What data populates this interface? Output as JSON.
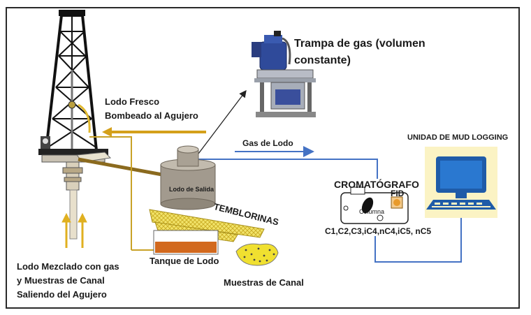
{
  "labels": {
    "trampa_gas": "Trampa de gas (volumen constante)",
    "trampa_gas_l1": "Trampa de gas (volumen",
    "trampa_gas_l2": "constante)",
    "lodo_fresco_l1": "Lodo Fresco",
    "lodo_fresco_l2": "Bombeado al Agujero",
    "gas_de_lodo": "Gas de Lodo",
    "unidad_mud_logging": "UNIDAD DE MUD LOGGING",
    "cromatografo": "CROMATÓGRAFO",
    "fid": "FID",
    "columna": "Columna",
    "componentes": "C1,C2,C3,iC4,nC4,iC5, nC5",
    "lodo_de_salida": "Lodo de Salida",
    "temblorinas": "TEMBLORINAS",
    "tanque_de_lodo": "Tanque de Lodo",
    "muestras_de_canal": "Muestras de Canal",
    "lodo_mezclado_l1": "Lodo Mezclado con gas",
    "lodo_mezclado_l2": "y Muestras de Canal",
    "lodo_mezclado_l3": "Saliendo del Agujero"
  },
  "colors": {
    "frame": "#2a2a2a",
    "flow_line_gold": "#c9a227",
    "gas_line_blue": "#4472c4",
    "arrow_orange": "#d4a01a",
    "computer_blue": "#1f5ba8",
    "tank_gray": "#a29a8e",
    "shaker_mesh": "#e8d24a",
    "mud_orange": "#d2691e",
    "cuttings_yellow": "#f0e030"
  },
  "icons": [
    "drilling-rig-icon",
    "gas-trap-icon",
    "computer-icon",
    "chromatograph-icon",
    "mud-tank-icon"
  ]
}
